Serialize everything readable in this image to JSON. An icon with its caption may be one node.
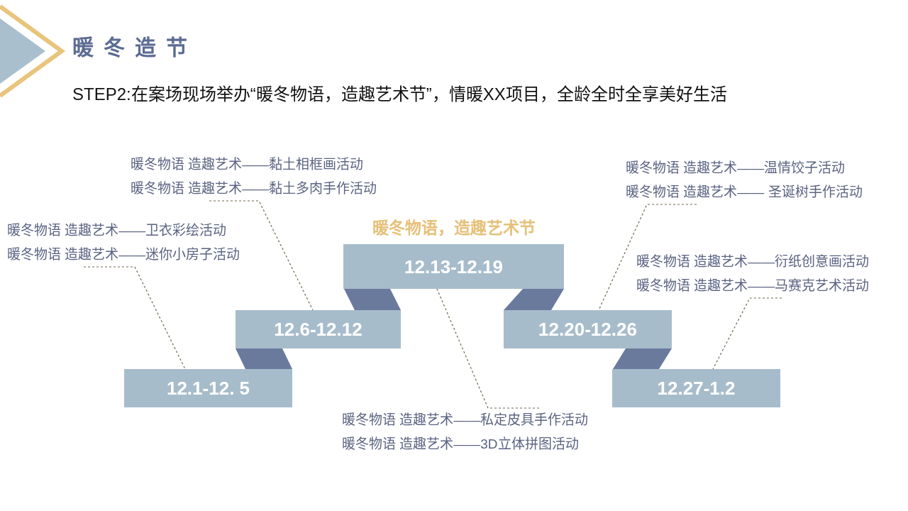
{
  "diagram": {
    "title": "暖冬造节",
    "nodes": [
      {
        "text": [
          "12.1-12. 5"
        ]
      },
      {
        "text": [
          "12.6-12.12"
        ]
      },
      {
        "text": [
          "12.13-12.19"
        ],
        "beside": [
          "暖冬物语，造趣艺术节"
        ]
      },
      {
        "text": [
          "12.20-12.26"
        ]
      },
      {
        "text": [
          "12.27-1.2"
        ]
      },
      {
        "text": [
          "暖冬物语 造趣艺术——卫衣彩绘活动",
          "暖冬物语 造趣艺术——迷你小房子活动"
        ]
      },
      {
        "text": [
          "暖冬物语 造趣艺术——黏土相框画活动",
          "暖冬物语 造趣艺术——黏土多肉手作活动"
        ]
      },
      {
        "text": [
          "暖冬物语 造趣艺术——私定皮具手作活动",
          "暖冬物语 造趣艺术——3D立体拼图活动"
        ]
      },
      {
        "text": [
          "暖冬物语 造趣艺术——温情饺子活动",
          "暖冬物语 造趣艺术—— 圣诞树手作活动"
        ]
      },
      {
        "text": [
          "暖冬物语 造趣艺术——衍纸创意画活动",
          "暖冬物语 造趣艺术——马赛克艺术活动"
        ]
      },
      {
        "text": [],
        "shape": "parallelogram"
      },
      {
        "text": [],
        "shape": "parallelogram"
      },
      {
        "text": [],
        "shape": "parallelogram"
      },
      {
        "text": [],
        "shape": "parallelogram"
      }
    ],
    "edges": [
      {
        "from": 5,
        "to": 0,
        "arrow": "none",
        "style": "dashed"
      },
      {
        "from": 6,
        "to": 1,
        "arrow": "none",
        "style": "dashed"
      },
      {
        "from": 7,
        "to": 2,
        "arrow": "none",
        "style": "dashed"
      },
      {
        "from": 8,
        "to": 3,
        "arrow": "none",
        "style": "dashed"
      },
      {
        "from": 9,
        "to": 4,
        "arrow": "none",
        "style": "dashed"
      }
    ],
    "labels": [
      "STEP2:在案场现场举办“暖冬物语，造趣艺术节”，情暖XX项目，全龄全时全享美好生活"
    ]
  }
}
